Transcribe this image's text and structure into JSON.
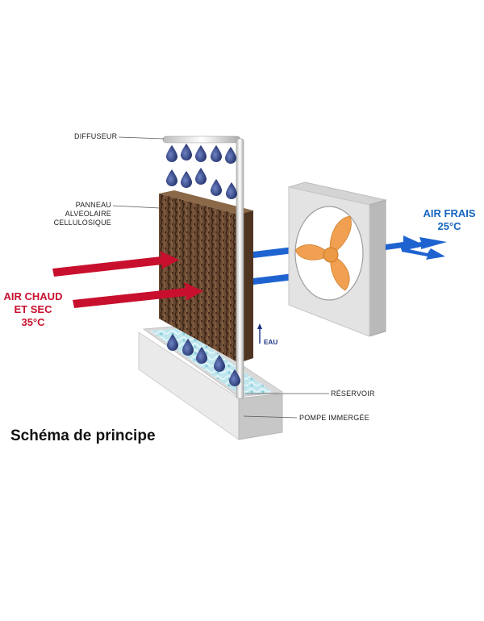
{
  "labels": {
    "diffuser": "DIFFUSEUR",
    "panel": [
      "PANNEAU",
      "ALVEOLAIRE",
      "CELLULOSIQUE"
    ],
    "water": "EAU",
    "reservoir": "RÉSERVOIR",
    "pump": "POMPE IMMERGÉE"
  },
  "hot_air": [
    "AIR CHAUD",
    "ET SEC",
    "35°C"
  ],
  "cold_air": [
    "AIR FRAIS",
    "25°C"
  ],
  "caption": "Schéma de principe",
  "colors": {
    "hot_air": "#c8102e",
    "cold_air": "#1565c0",
    "panel": "#6b4a32",
    "fan": "#f0a050",
    "reservoir": "#e2e2e2",
    "water_drops": "#2f3f7a"
  }
}
